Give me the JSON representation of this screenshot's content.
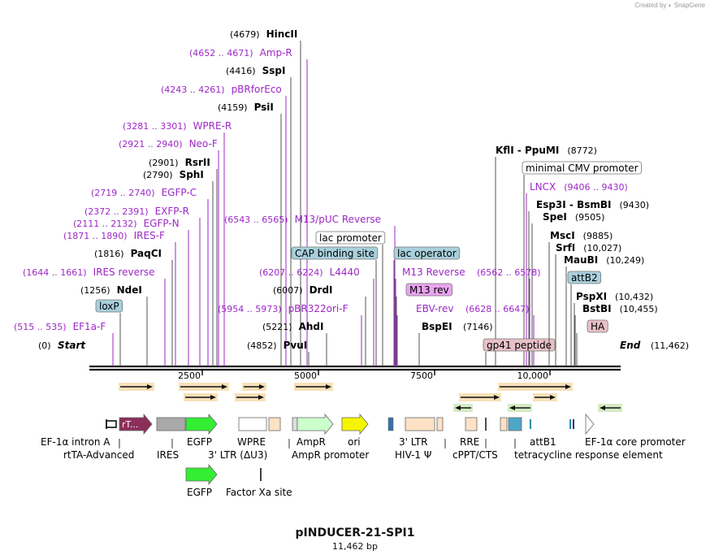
{
  "header": {
    "credit": "Created by",
    "brand": "SnapGene"
  },
  "plasmid": {
    "name": "pINDUCER-21-SPI1",
    "size": "11,462 bp"
  },
  "sites": [
    {
      "pos": "(4679)",
      "name": "HincII",
      "type": "enzyme",
      "line": 370
    },
    {
      "pos": "(4652 .. 4671)",
      "name": "Amp-R",
      "type": "primer",
      "line": 378
    },
    {
      "pos": "(4416)",
      "name": "SspI",
      "type": "enzyme",
      "line": 358
    },
    {
      "pos": "(4243 .. 4261)",
      "name": "pBRforEco",
      "type": "primer",
      "line": 352
    },
    {
      "pos": "(4159)",
      "name": "PsiI",
      "type": "enzyme",
      "line": 346
    },
    {
      "pos": "(3281 .. 3301)",
      "name": "WPRE-R",
      "type": "primer",
      "line": 276
    },
    {
      "pos": "(2921 .. 2940)",
      "name": "Neo-F",
      "type": "primer",
      "line": 269
    },
    {
      "pos": "(2901)",
      "name": "RsrII",
      "type": "enzyme",
      "line": 267
    },
    {
      "pos": "(2790)",
      "name": "SphI",
      "type": "enzyme",
      "line": 262
    },
    {
      "pos": "(2719 .. 2740)",
      "name": "EGFP-C",
      "type": "primer",
      "line": 256
    },
    {
      "pos": "(2372 .. 2391)",
      "name": "EXFP-R",
      "type": "primer",
      "line": 246
    },
    {
      "pos": "(2111 .. 2132)",
      "name": "EGFP-N",
      "type": "primer",
      "line": 232
    },
    {
      "pos": "(1871 .. 1890)",
      "name": "IRES-F",
      "type": "primer",
      "line": 216
    },
    {
      "pos": "(1816)",
      "name": "PaqCI",
      "type": "enzyme",
      "line": 212
    },
    {
      "pos": "(1644 .. 1661)",
      "name": "IRES reverse",
      "type": "primer",
      "line": 203
    },
    {
      "pos": "(1256)",
      "name": "NdeI",
      "type": "enzyme",
      "line": 181
    },
    {
      "pos": "",
      "name": "loxP",
      "type": "feature-blue",
      "line": 148
    },
    {
      "pos": "(515 .. 535)",
      "name": "EF1a-F",
      "type": "primer",
      "line": 139
    },
    {
      "pos": "(0)",
      "name": "Start",
      "type": "startend"
    },
    {
      "pos": "(6543 .. 6565)",
      "name": "M13/pUC Reverse",
      "type": "primer-l",
      "line": 486
    },
    {
      "pos": "",
      "name": "lac promoter",
      "type": "feature-white",
      "line": 471
    },
    {
      "pos": "",
      "name": "CAP binding site",
      "type": "feature-blue",
      "line": 463
    },
    {
      "pos": "(6207 .. 6224)",
      "name": "L4440",
      "type": "primer",
      "line": 460
    },
    {
      "pos": "(6007)",
      "name": "DrdI",
      "type": "enzyme",
      "line": 450
    },
    {
      "pos": "(5954 .. 5973)",
      "name": "pBR322ori-F",
      "type": "primer",
      "line": 445
    },
    {
      "pos": "(5221)",
      "name": "AhdI",
      "type": "enzyme",
      "line": 402
    },
    {
      "pos": "(4852)",
      "name": "PvuI",
      "type": "enzyme",
      "line": 380
    },
    {
      "pos": "",
      "name": "lac operator",
      "type": "feature-blue",
      "line": 485
    },
    {
      "pos": "",
      "name": "M13 Reverse",
      "type": "primer-r",
      "line": 487
    },
    {
      "pos": "",
      "name": "M13 rev",
      "type": "feature-purple",
      "line": 488
    },
    {
      "pos": "",
      "name": "EBV-rev",
      "type": "primer-r",
      "line": 489
    },
    {
      "pos": "",
      "name": "BspEI",
      "type": "enzyme-r",
      "extra": "(7146)",
      "line": 516
    },
    {
      "pos": "(8772)",
      "name": "KflI - PpuMI",
      "type": "enzyme-r",
      "line": 610
    },
    {
      "pos": "",
      "name": "minimal CMV promoter",
      "type": "feature-white",
      "line": 645
    },
    {
      "pos": "(9406 .. 9430)",
      "name": "LNCX",
      "type": "primer-r",
      "line": 648
    },
    {
      "pos": "(9430)",
      "name": "Esp3I - BsmBI",
      "type": "enzyme-r",
      "line": 651
    },
    {
      "pos": "(9505)",
      "name": "SpeI",
      "type": "enzyme-r",
      "line": 655
    },
    {
      "pos": "(6562 .. 6578)",
      "name": "",
      "type": "primer-l",
      "line": 652
    },
    {
      "pos": "(6628 .. 6647)",
      "name": "",
      "type": "primer-l",
      "line": 657
    },
    {
      "pos": "",
      "name": "gp41 peptide",
      "type": "feature-pink",
      "line": 598
    },
    {
      "pos": "(9885)",
      "name": "MscI",
      "type": "enzyme-r",
      "line": 676
    },
    {
      "pos": "(10,027)",
      "name": "SrfI",
      "type": "enzyme-r",
      "line": 684
    },
    {
      "pos": "(10,249)",
      "name": "MauBI",
      "type": "enzyme-r",
      "line": 697
    },
    {
      "pos": "",
      "name": "attB2",
      "type": "feature-blue",
      "line": 703
    },
    {
      "pos": "(10,432)",
      "name": "PspXI",
      "type": "enzyme-r",
      "line": 707
    },
    {
      "pos": "(10,455)",
      "name": "BstBI",
      "type": "enzyme-r",
      "line": 708
    },
    {
      "pos": "",
      "name": "HA",
      "type": "feature-pink",
      "line": 710
    },
    {
      "pos": "(11,462)",
      "name": "End",
      "type": "startend"
    }
  ],
  "ruler": {
    "ticks": [
      "2500",
      "5000",
      "7500",
      "10,000"
    ]
  },
  "features": {
    "row1": [
      "EF-1α intron A",
      "EGFP",
      "WPRE",
      "AmpR",
      "ori",
      "3' LTR",
      "RRE",
      "attB1",
      "EF-1α core promoter"
    ],
    "row2": [
      "rtTA-Advanced",
      "IRES",
      "3' LTR (ΔU3)",
      "AmpR promoter",
      "HIV-1 Ψ",
      "cPPT/CTS",
      "tetracycline response element"
    ],
    "row3": [
      "EGFP",
      "Factor Xa site"
    ],
    "rtta_abbrev": "rT..."
  },
  "colors": {
    "enzyme": "#000000",
    "primer": "#9d27c7",
    "backbone": "#111111",
    "orf_orange": "#f7a73b",
    "orf_green": "#3a9b1e",
    "egfp": "#33ee33",
    "rtta": "#8b2f5a",
    "ori": "#f5f500",
    "ampr": "#ccffcc",
    "peach": "#fde2c5"
  }
}
